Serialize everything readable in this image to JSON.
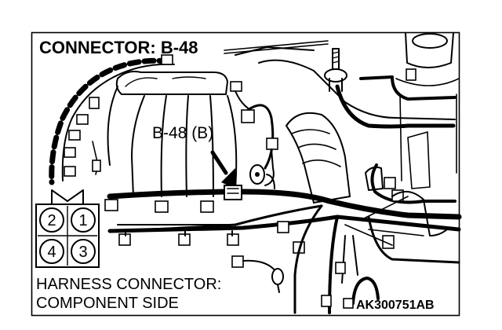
{
  "diagram": {
    "title": "CONNECTOR: B-48",
    "callout": "B-48 (B)",
    "pins": [
      "2",
      "1",
      "4",
      "3"
    ],
    "footer_line1": "HARNESS CONNECTOR:",
    "footer_line2": "COMPONENT SIDE",
    "figure_code": "AK300751AB",
    "colors": {
      "ink": "#000000",
      "paper": "#ffffff"
    }
  }
}
